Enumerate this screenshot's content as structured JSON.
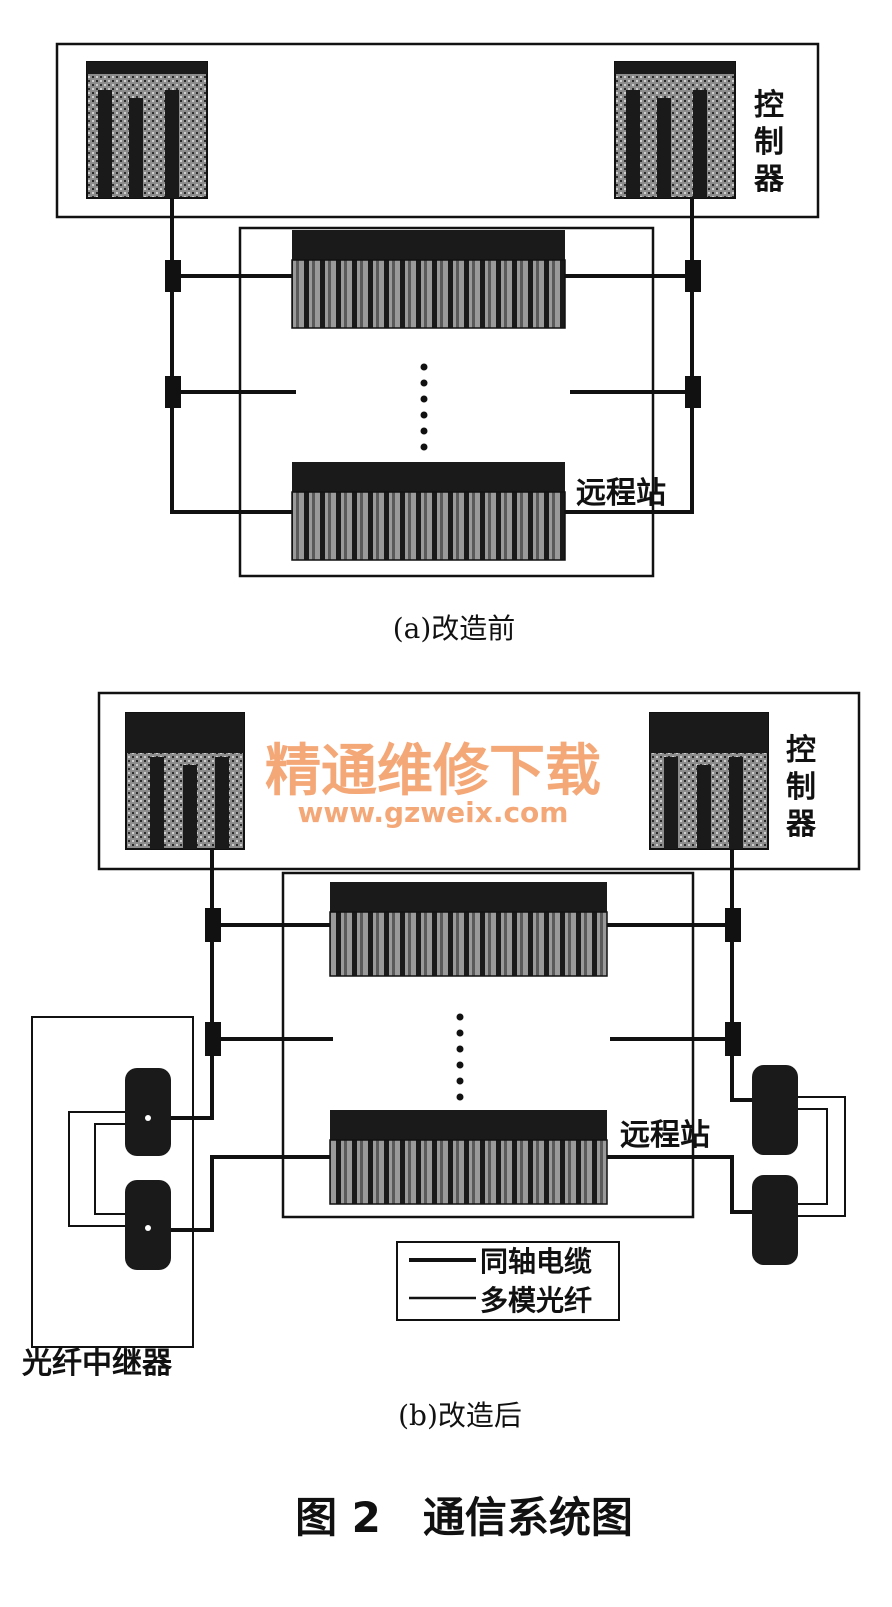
{
  "panel_a": {
    "controller_label": "控制器",
    "remote_station_label": "远程站",
    "caption": "(a)改造前"
  },
  "panel_b": {
    "controller_label": "控制器",
    "remote_station_label": "远程站",
    "repeater_label": "光纤中继器",
    "legend": {
      "coax_label": "同轴电缆",
      "fiber_label": "多模光纤"
    },
    "caption": "(b)改造后"
  },
  "watermark": {
    "title": "精通维修下载",
    "url": "www.gzweix.com",
    "color": "#f4a878"
  },
  "figure_title": "图 2　通信系统图"
}
